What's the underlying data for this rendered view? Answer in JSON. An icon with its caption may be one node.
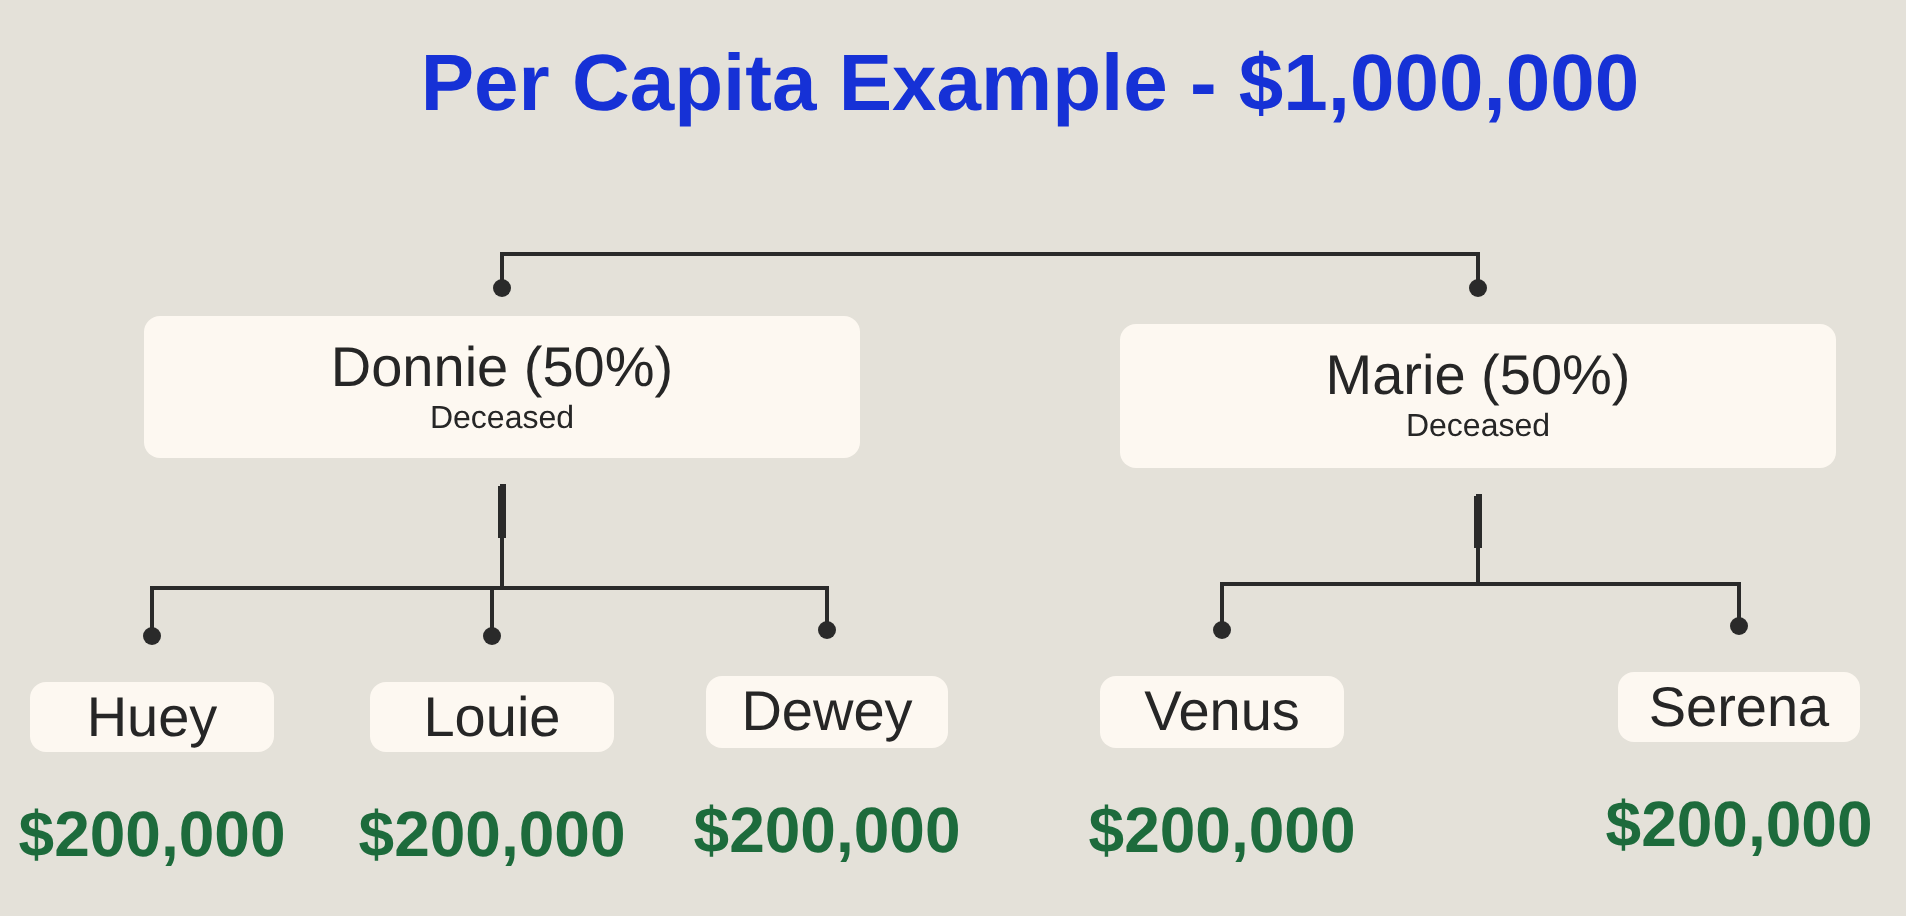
{
  "diagram": {
    "title": "Per Capita Example - $1,000,000",
    "nodes": [
      {
        "text": [
          "Donnie (50%)",
          "Deceased"
        ]
      },
      {
        "text": [
          "Marie (50%)",
          "Deceased"
        ]
      },
      {
        "text": [
          "Huey"
        ],
        "beside": [
          "$200,000"
        ]
      },
      {
        "text": [
          "Louie"
        ],
        "beside": [
          "$200,000"
        ]
      },
      {
        "text": [
          "Dewey"
        ],
        "beside": [
          "$200,000"
        ]
      },
      {
        "text": [
          "Venus"
        ],
        "beside": [
          "$200,000"
        ]
      },
      {
        "text": [
          "Serena"
        ],
        "beside": [
          "$200,000"
        ]
      }
    ],
    "edges": [
      {
        "from": 0,
        "to": 1,
        "arrow": "other"
      },
      {
        "from": 0,
        "to": 2,
        "arrow": "other"
      },
      {
        "from": 0,
        "to": 3,
        "arrow": "other"
      },
      {
        "from": 0,
        "to": 4,
        "arrow": "other"
      },
      {
        "from": 1,
        "to": 5,
        "arrow": "other"
      },
      {
        "from": 1,
        "to": 6,
        "arrow": "other"
      }
    ]
  }
}
